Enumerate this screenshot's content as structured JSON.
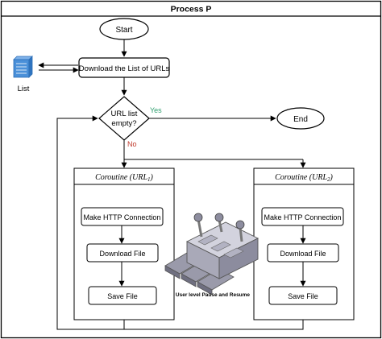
{
  "process_title": "Process P",
  "nodes": {
    "start": "Start",
    "end": "End",
    "download_list": "Download the List of URLs",
    "decision_line1": "URL list",
    "decision_line2": "empty?",
    "list_label": "List"
  },
  "edges": {
    "yes_label": "Yes",
    "no_label": "No"
  },
  "coroutine_1": {
    "title_main": "Coroutine (URL",
    "title_sub": "1",
    "title_close": ")",
    "steps": [
      "Make HTTP Connection",
      "Download File",
      "Save File"
    ]
  },
  "coroutine_2": {
    "title_main": "Coroutine (URL",
    "title_sub": "2",
    "title_close": ")",
    "steps": [
      "Make HTTP Connection",
      "Download File",
      "Save File"
    ]
  },
  "control_caption": "User level Pause and Resume",
  "colors": {
    "yes": "#2e9e6e",
    "no": "#c0392b",
    "list_icon": "#4a90d9",
    "machine": "#b8b8c8"
  }
}
